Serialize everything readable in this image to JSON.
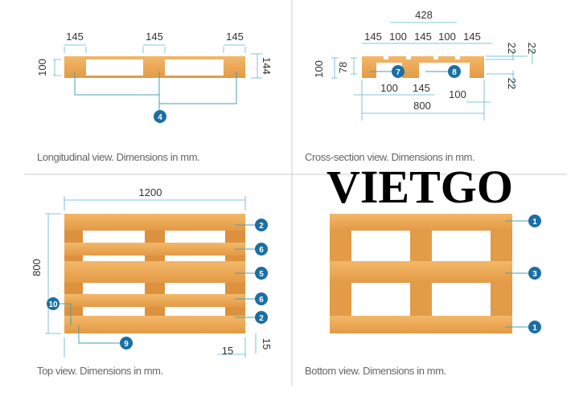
{
  "watermark": "VIETGO",
  "colors": {
    "wood": "#eaa550",
    "wood_dark": "#d98a36",
    "callout": "#1b6fa3",
    "dimension": "#5cb3cf"
  },
  "longitudinal": {
    "caption": "Longitudinal view. Dimensions in mm.",
    "dims": [
      "145",
      "145",
      "145",
      "100",
      "144"
    ],
    "callout": "4"
  },
  "cross_section": {
    "caption": "Cross-section view. Dimensions in mm.",
    "top_dims": [
      "428",
      "145",
      "100",
      "145",
      "100",
      "145"
    ],
    "side_dims": [
      "22",
      "22",
      "22",
      "100",
      "78"
    ],
    "bottom_dims": [
      "100",
      "145",
      "100",
      "800"
    ],
    "callouts": [
      "7",
      "8"
    ]
  },
  "top_view": {
    "caption": "Top view. Dimensions in mm.",
    "dims": [
      "1200",
      "800",
      "15",
      "15"
    ],
    "callouts": [
      "2",
      "6",
      "5",
      "6",
      "2",
      "10",
      "9"
    ]
  },
  "bottom_view": {
    "caption": "Bottom view. Dimensions in mm.",
    "callouts": [
      "1",
      "3",
      "1"
    ]
  }
}
